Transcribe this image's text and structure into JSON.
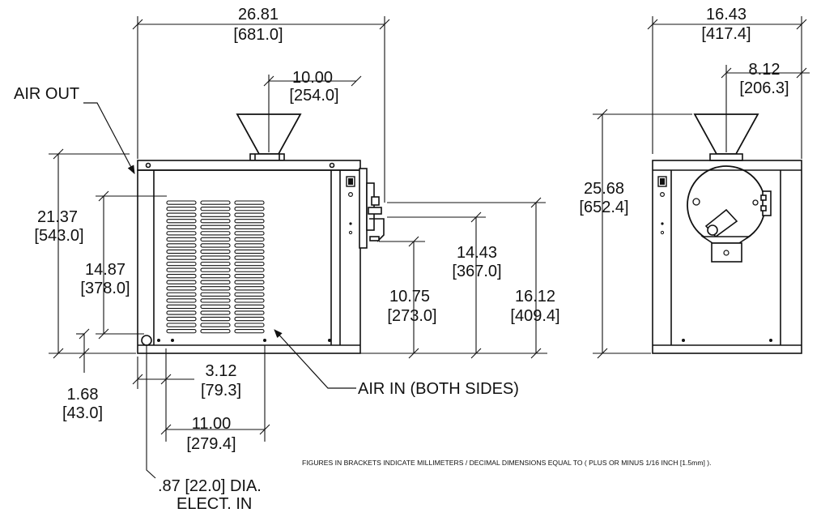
{
  "front": {
    "dim_width": {
      "in": "26.81",
      "mm": "[681.0]"
    },
    "dim_hopper": {
      "in": "10.00",
      "mm": "[254.0]"
    },
    "dim_cabinet_h": {
      "in": "21.37",
      "mm": "[543.0]"
    },
    "dim_grille_h": {
      "in": "14.87",
      "mm": "[378.0]"
    },
    "dim_door_h": {
      "in": "10.75",
      "mm": "[273.0]"
    },
    "dim_spout_h": {
      "in": "14.43",
      "mm": "[367.0]"
    },
    "dim_outlet_h": {
      "in": "16.12",
      "mm": "[409.4]"
    },
    "dim_elect_h": {
      "in": "1.68",
      "mm": "[43.0]"
    },
    "dim_elect_x": {
      "in": "3.12",
      "mm": "[79.3]"
    },
    "dim_grille_x": {
      "in": "11.00",
      "mm": "[279.4]"
    },
    "air_out": "AIR OUT",
    "air_in": "AIR IN (BOTH SIDES)",
    "elect_line1": ".87 [22.0] DIA.",
    "elect_line2": "ELECT. IN"
  },
  "side": {
    "dim_width": {
      "in": "16.43",
      "mm": "[417.4]"
    },
    "dim_center": {
      "in": "8.12",
      "mm": "[206.3]"
    },
    "dim_total_h": {
      "in": "25.68",
      "mm": "[652.4]"
    }
  },
  "footnote": "FIGURES IN BRACKETS INDICATE MILLIMETERS / DECIMAL DIMENSIONS EQUAL TO ( PLUS OR MINUS 1/16 INCH [1.5mm] )."
}
